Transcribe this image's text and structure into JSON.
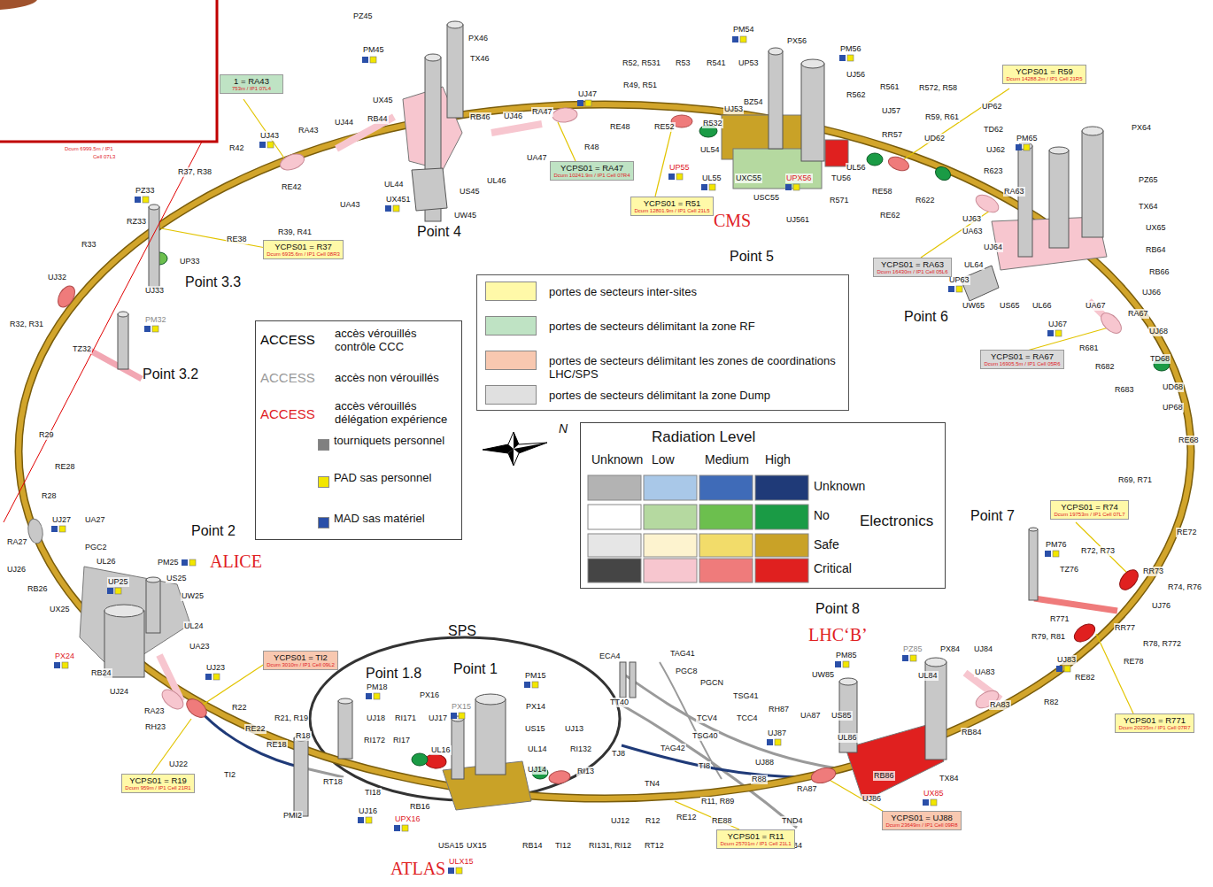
{
  "diagram": {
    "nodes": [
      {
        "text": [
          "ACCESS",
          "accès vérouillés contrôle CCC",
          "ACCESS",
          "accès non vérouillés",
          "ACCESS",
          "accès vérouillés délégation expérience"
        ]
      },
      {
        "text": [
          "Radiation Level",
          "Unknown",
          "Low",
          "Medium",
          "High",
          "Unknown",
          "No",
          "Safe",
          "Critical",
          "Electronics"
        ]
      },
      {
        "text": [
          "1 = RA43",
          "753m / IP1 07L4"
        ]
      },
      {
        "text": [
          "YCPS01 = R37",
          "Dcum 6935.6m / IP1 Cell 08R3"
        ]
      },
      {
        "text": [
          "YCPS01 = RA47",
          "Dcum 10241.9m / IP1 Cell 07R4"
        ]
      },
      {
        "text": [
          "YCPS01 = R51",
          "Dcum 12801.9m / IP1 Cell 21L5"
        ]
      },
      {
        "text": [
          "YCPS01 = R59",
          "Dcum 14288.2m / IP1 Cell 21R5"
        ]
      },
      {
        "text": [
          "YCPS01 = RA63",
          "Dcum 16430m / IP1 Cell 05L6"
        ]
      },
      {
        "text": [
          "YCPS01 = RA67",
          "Dcum 16905.5m / IP1 Cell 05R6"
        ]
      },
      {
        "text": [
          "YCPS01 = R74",
          "Dcum 19753m / IP1 Cell 07L7"
        ]
      },
      {
        "text": [
          "YCPS01 = R771",
          "Dcum 20235m / IP1 Cell 07R7"
        ]
      },
      {
        "text": [
          "YCPS01 = UJ88",
          "Dcum 23649m / IP1 Cell 09R8"
        ]
      },
      {
        "text": [
          "YCPS01 = R11",
          "Dcum 25701m / IP1 Cell 21L1"
        ]
      },
      {
        "text": [
          "YCPS01 = TI2",
          "Dcum 3010m / IP1 Cell 09L2"
        ]
      },
      {
        "text": [
          "YCPS01 = R19",
          "Dcum 959m / IP1 Cell 21R1"
        ]
      }
    ],
    "labels": [
      "PZ45",
      "PX46",
      "PM45",
      "TX46",
      "UX45",
      "RB46",
      "UJ46",
      "RA47",
      "UJ47",
      "R52, R531",
      "R53",
      "R541",
      "UP53",
      "PM54",
      "PX56",
      "PM56",
      "UJ56",
      "R561",
      "R562",
      "UJ57",
      "R572, R58",
      "R59, R61",
      "UP62",
      "UD62",
      "TD62",
      "UJ62",
      "R623",
      "RA63",
      "PM65",
      "PX64",
      "PZ65",
      "TX64",
      "UX65",
      "RB64",
      "RB66",
      "UJ66",
      "RA67",
      "UJ68",
      "UJ67",
      "TD68",
      "UD68",
      "UP68",
      "R681",
      "R682",
      "R683",
      "RE68",
      "R69, R71",
      "RE72",
      "R72, R73",
      "RR73",
      "R74, R76",
      "UJ76",
      "TZ76",
      "PM76",
      "R771",
      "RR77",
      "R79, R81",
      "R78, R772",
      "RE78",
      "UJ83",
      "RE82",
      "R82",
      "UJ84",
      "PX84",
      "PZ85",
      "UA83",
      "UL84",
      "RA83",
      "RB84",
      "TX84",
      "UX85",
      "PM85",
      "UW85",
      "UA87",
      "US85",
      "UL86",
      "RB86",
      "UJ86",
      "RA87",
      "RH87",
      "UJ87",
      "UJ88",
      "R88",
      "TCC4",
      "TSG41",
      "PGCN",
      "TCV4",
      "TSG40",
      "TI8",
      "PGC8",
      "TAG41",
      "TAG42",
      "ECA4",
      "TT40",
      "TJ8",
      "TN4",
      "TND4",
      "TNB4",
      "RE88",
      "R11, R89",
      "RE12",
      "R12",
      "UJ12",
      "RI131, RI12",
      "TI12",
      "RB14",
      "RI13",
      "RI132",
      "RT12",
      "UJ13",
      "UJ14",
      "US15",
      "PX14",
      "PM15",
      "PX15",
      "PX16",
      "UL14",
      "UL16",
      "UJ17",
      "RI171",
      "UJ18",
      "RI172",
      "RI17",
      "PM18",
      "RB16",
      "UX15",
      "USA15",
      "ULX15",
      "UPX16",
      "UJ16",
      "TI18",
      "RT18",
      "PMI2",
      "TI2",
      "R18",
      "RE18",
      "R21, R19",
      "RE22",
      "R22",
      "UJ22",
      "RH23",
      "RA23",
      "UJ23",
      "UA23",
      "UL24",
      "UJ24",
      "RB24",
      "PX24",
      "UX25",
      "RB26",
      "UJ26",
      "RA27",
      "UL26",
      "PGC2",
      "UA27",
      "UJ27",
      "UP25",
      "PM25",
      "US25",
      "UW25",
      "RE28",
      "R28",
      "R29",
      "TZ32",
      "R32, R31",
      "UJ32",
      "R33",
      "PM32",
      "UJ33",
      "RZ33",
      "PZ33",
      "UP33",
      "R37, R38",
      "RE38",
      "R39, R41",
      "RE42",
      "R42",
      "UJ43",
      "RA43",
      "UJ44",
      "RB44",
      "UA43",
      "UL44",
      "UX451",
      "US45",
      "UW45",
      "UL46",
      "UA47",
      "R48",
      "RE48",
      "R49, R51",
      "RE52",
      "UJ53",
      "R532",
      "UL54",
      "BZ54",
      "UP55",
      "UL55",
      "UXC55",
      "USC55",
      "UPX56",
      "TU56",
      "UL56",
      "R571",
      "UJ561",
      "RR57",
      "RE58",
      "RE62",
      "R622",
      "UJ63",
      "UA63",
      "UP63",
      "UJ64",
      "UL64",
      "UW65",
      "US65",
      "UL66",
      "UA67",
      "Point 4",
      "CMS",
      "Point 5",
      "Point 6",
      "Point 3.3",
      "Point 3.2",
      "Point 2",
      "ALICE",
      "Point 7",
      "Point 8",
      "LHC‘B’",
      "SPS",
      "Point 1.8",
      "Point 1",
      "ATLAS",
      "N",
      "Dcum 6999.5m / IP1",
      "Cell 07L3"
    ],
    "legend": [
      {
        "text": "tourniquets personnel",
        "color": "#808080"
      },
      {
        "text": "PAD sas personnel",
        "color": "#f2e600"
      },
      {
        "text": "MAD sas matériel",
        "color": "#2a4fa8"
      },
      {
        "text": "portes de secteurs inter-sites",
        "color": "#fff9a8"
      },
      {
        "text": "portes de secteurs délimitant la zone RF",
        "color": "#bfe3c4"
      },
      {
        "text": "portes de secteurs délimitant les zones de coordinations LHC/SPS",
        "color": "#f8c8b0"
      },
      {
        "text": "portes de secteurs délimitant la zone Dump",
        "color": "#e0e0e0"
      }
    ]
  }
}
